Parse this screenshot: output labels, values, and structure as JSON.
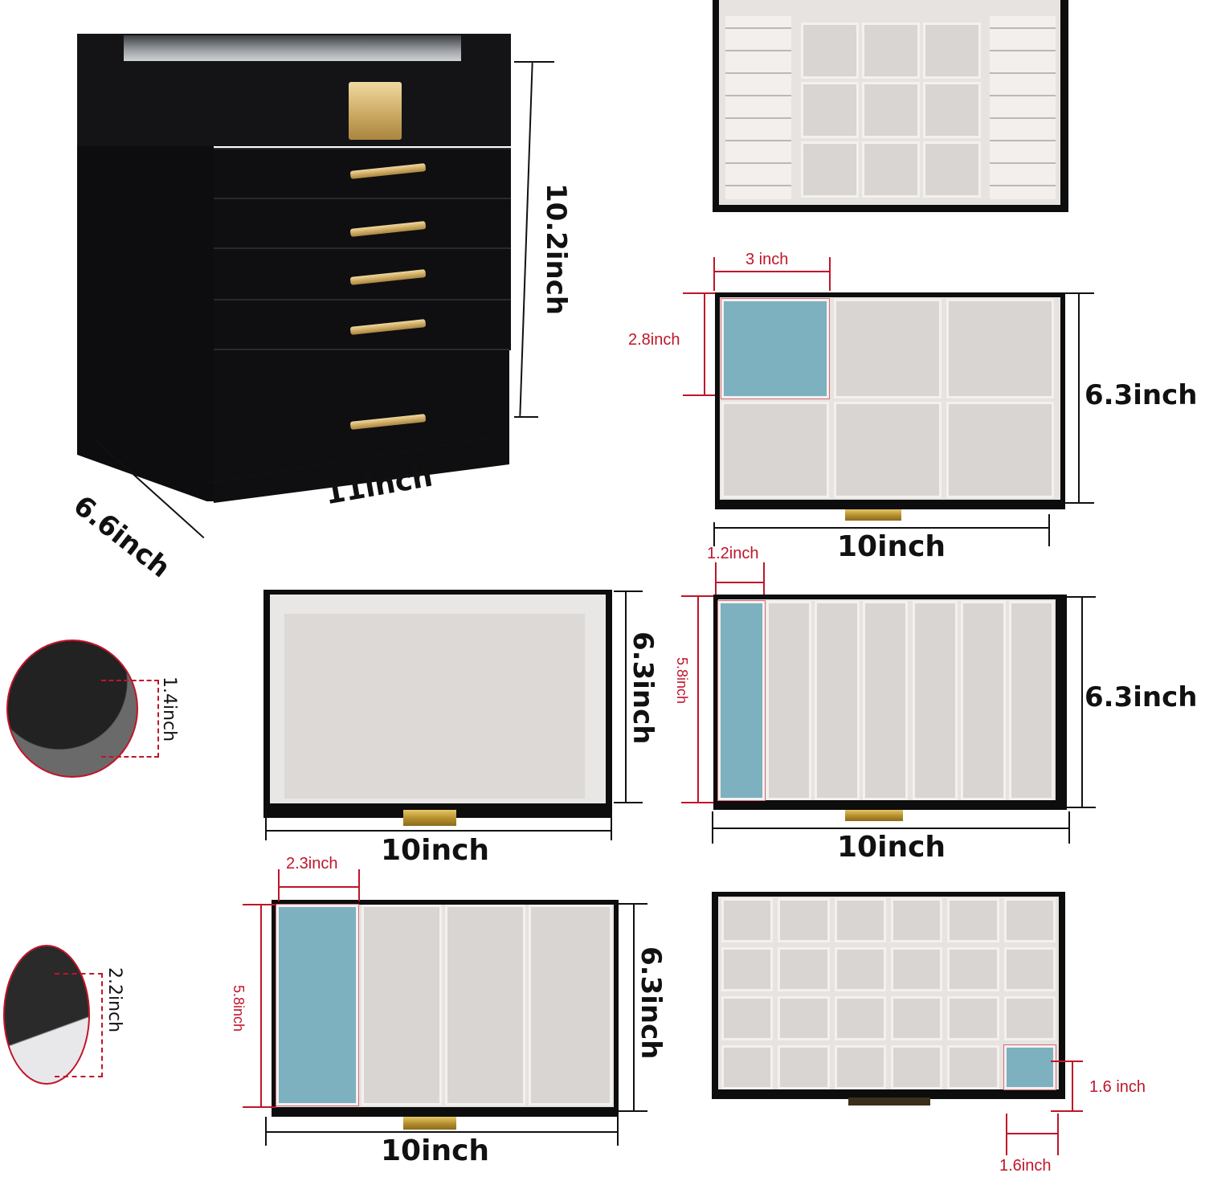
{
  "colors": {
    "dimension_black": "#111111",
    "dimension_red": "#c0152a",
    "cabinet": "#141416",
    "handle_gold": "#c9a65e",
    "tray_lining": "#e6e3e0",
    "highlight_teal": "#5aa0b4"
  },
  "cabinet": {
    "drawer_count": 5,
    "height_label": "10.2inch",
    "width_label": "11inch",
    "depth_label": "6.6inch"
  },
  "top_tray": {
    "description": "Ring rolls and 9-compartment brooch section",
    "ring_rows_per_side": 8,
    "compartments": 9
  },
  "bracelet_tray": {
    "compartments": 6,
    "cell_width_label": "3 inch",
    "cell_height_label": "2.8inch",
    "tray_height_label": "6.3inch",
    "tray_width_label": "10inch"
  },
  "open_tray": {
    "tray_height_label": "6.3inch",
    "tray_width_label": "10inch",
    "inset_depth_label": "1.4inch"
  },
  "necklace_tray": {
    "slots": 7,
    "slot_width_label": "1.2inch",
    "slot_height_label": "5.8inch",
    "tray_height_label": "6.3inch",
    "tray_width_label": "10inch"
  },
  "glasses_tray": {
    "slots": 4,
    "slot_width_label": "2.3inch",
    "slot_height_label": "5.8inch",
    "tray_height_label": "6.3inch",
    "tray_width_label": "10inch",
    "inset_depth_label": "2.2inch"
  },
  "earring_tray": {
    "rows": 4,
    "cols": 6,
    "cell_height_label": "1.6 inch",
    "cell_width_label": "1.6inch"
  }
}
